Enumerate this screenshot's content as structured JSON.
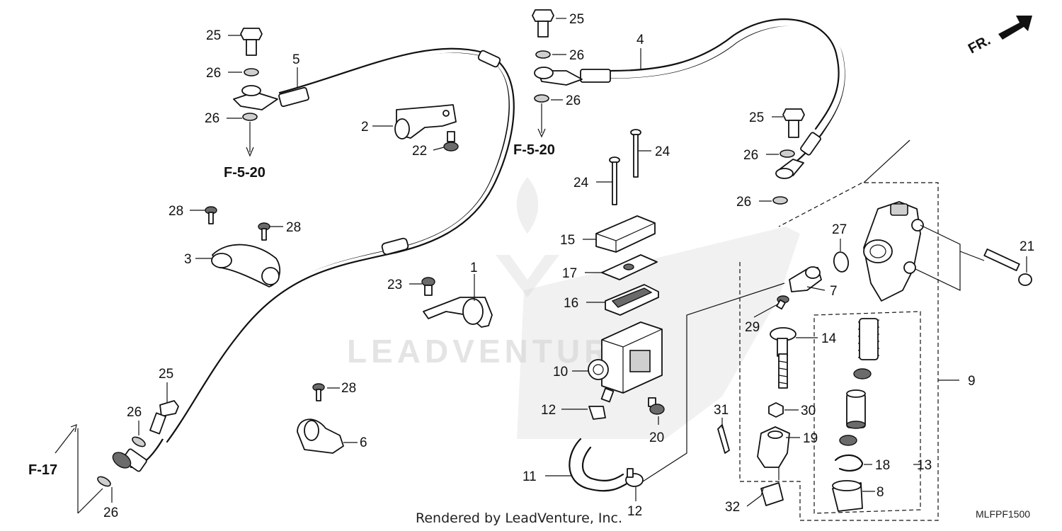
{
  "diagram": {
    "orientation_label": "FR.",
    "refs": {
      "f520_left": "F-5-20",
      "f520_mid": "F-5-20",
      "f17": "F-17"
    },
    "parts": {
      "p1": "1",
      "p2": "2",
      "p3": "3",
      "p4": "4",
      "p5": "5",
      "p6": "6",
      "p7": "7",
      "p8": "8",
      "p9": "9",
      "p10": "10",
      "p11": "11",
      "p12a": "12",
      "p12b": "12",
      "p13": "13",
      "p14": "14",
      "p15": "15",
      "p16": "16",
      "p17": "17",
      "p18": "18",
      "p19": "19",
      "p20": "20",
      "p21": "21",
      "p22": "22",
      "p23": "23",
      "p24a": "24",
      "p24b": "24",
      "p25a": "25",
      "p25b": "25",
      "p25c": "25",
      "p25d": "25",
      "p26a": "26",
      "p26b": "26",
      "p26c": "26",
      "p26d": "26",
      "p26e": "26",
      "p26f": "26",
      "p26g": "26",
      "p26h": "26",
      "p27": "27",
      "p28a": "28",
      "p28b": "28",
      "p28c": "28",
      "p29": "29",
      "p30": "30",
      "p31": "31",
      "p32": "32"
    },
    "footer": "Rendered by LeadVenture, Inc.",
    "drawing_code": "MLFPF1500",
    "watermark": "LEADVENTURE"
  }
}
